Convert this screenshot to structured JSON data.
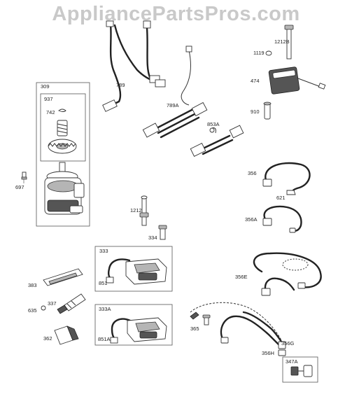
{
  "watermark": "AppliancePartsPros.com",
  "labels": {
    "p309": "309",
    "p937": "937",
    "p742": "742",
    "p697": "697",
    "p789": "789",
    "p789A": "789A",
    "p853A": "853A",
    "p1212B": "1212B",
    "p1119": "1119",
    "p474": "474",
    "p910": "910",
    "p356": "356",
    "p621": "621",
    "p356A": "356A",
    "p1212": "1212",
    "p334": "334",
    "p333": "333",
    "p851": "851",
    "p383": "383",
    "p337": "337",
    "p635": "635",
    "p333A": "333A",
    "p851A": "851A",
    "p362": "362",
    "p356E": "356E",
    "p365": "365",
    "p356G": "356G",
    "p356H": "356H",
    "p347A": "347A"
  }
}
